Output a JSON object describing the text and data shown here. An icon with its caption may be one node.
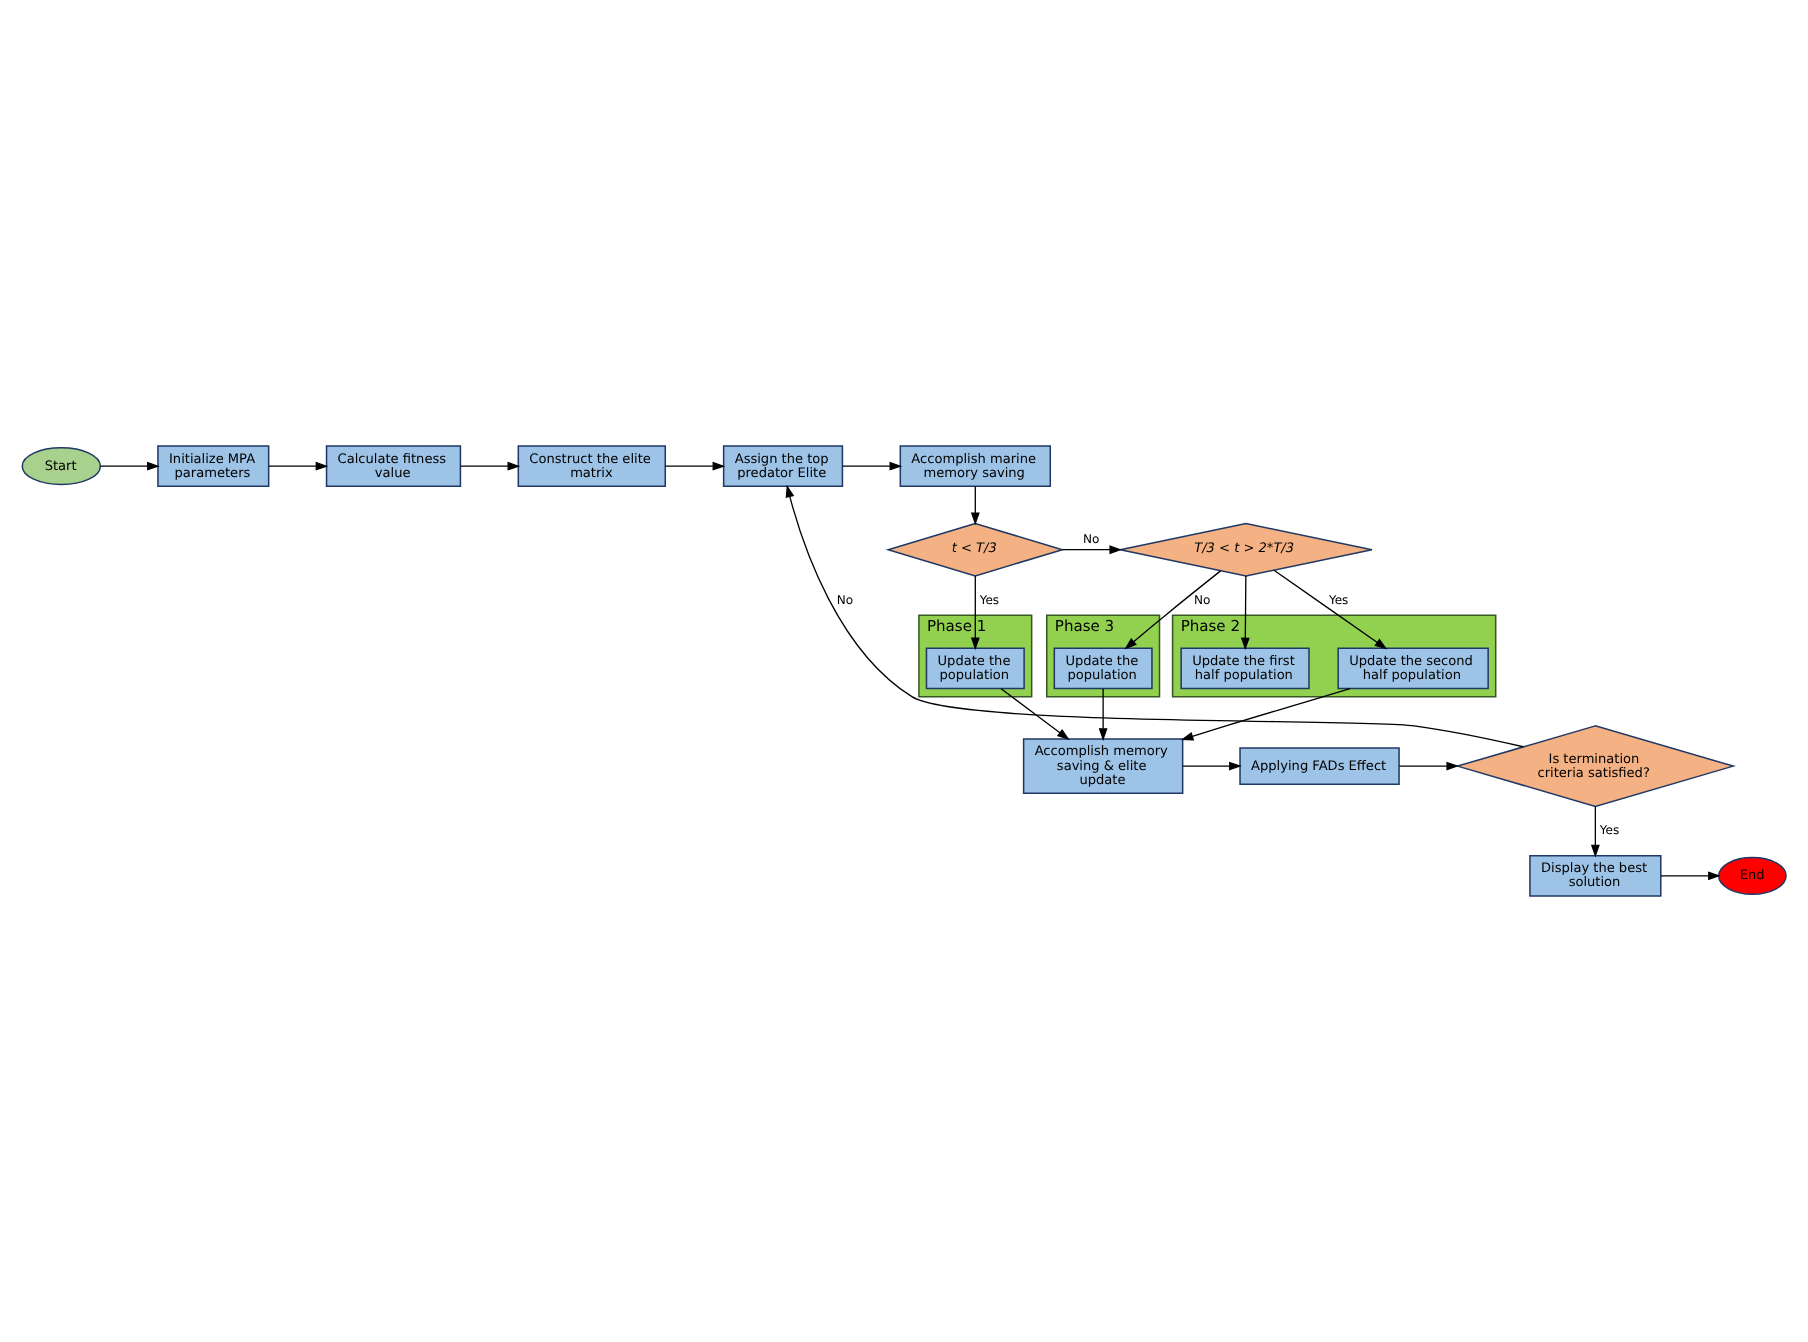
{
  "diagram": {
    "nodes": [
      {
        "text": [
          "Start"
        ]
      },
      {
        "text": [
          "Initialize MPA parameters"
        ]
      },
      {
        "text": [
          "Calculate fitness value"
        ]
      },
      {
        "text": [
          "Construct the elite matrix"
        ]
      },
      {
        "text": [
          "Assign the top predator Elite"
        ]
      },
      {
        "text": [
          "Accomplish marine memory saving"
        ]
      },
      {
        "text": [
          "t < T/3"
        ]
      },
      {
        "text": [
          "T/3 < t > 2*T/3"
        ]
      },
      {
        "text": [
          "Phase 1"
        ]
      },
      {
        "text": [
          "Update the population"
        ],
        "in": 8
      },
      {
        "text": [
          "Phase 3"
        ]
      },
      {
        "text": [
          "Update the population"
        ],
        "in": 10
      },
      {
        "text": [
          "Phase 2"
        ]
      },
      {
        "text": [
          "Update the first half population"
        ],
        "in": 12
      },
      {
        "text": [
          "Update the second half population"
        ],
        "in": 12
      },
      {
        "text": [
          "Accomplish memory saving & elite update"
        ]
      },
      {
        "text": [
          "Applying FADs Effect"
        ]
      },
      {
        "text": [
          "Is termination criteria satisfied?"
        ]
      },
      {
        "text": [
          "Display the best solution"
        ]
      },
      {
        "text": [
          "End"
        ]
      }
    ],
    "edges": [
      {
        "from": 0,
        "to": 1,
        "arrow": "to"
      },
      {
        "from": 1,
        "to": 2,
        "arrow": "to"
      },
      {
        "from": 2,
        "to": 3,
        "arrow": "to"
      },
      {
        "from": 3,
        "to": 4,
        "arrow": "to"
      },
      {
        "from": 4,
        "to": 5,
        "arrow": "to"
      },
      {
        "from": 5,
        "to": 6,
        "arrow": "to"
      },
      {
        "from": 6,
        "to": 7,
        "arrow": "to",
        "label": "No"
      },
      {
        "from": 6,
        "to": 9,
        "arrow": "to",
        "label": "Yes"
      },
      {
        "from": 7,
        "to": 13,
        "arrow": "to"
      },
      {
        "from": 7,
        "to": 14,
        "arrow": "to",
        "label": "Yes"
      },
      {
        "from": 7,
        "to": 11,
        "arrow": "to",
        "label": "No"
      },
      {
        "from": 9,
        "to": 15,
        "arrow": "to"
      },
      {
        "from": 11,
        "to": 15,
        "arrow": "to"
      },
      {
        "from": 14,
        "to": 15,
        "arrow": "to"
      },
      {
        "from": 15,
        "to": 16,
        "arrow": "to"
      },
      {
        "from": 16,
        "to": 17,
        "arrow": "to"
      },
      {
        "from": 17,
        "to": 4,
        "arrow": "to",
        "label": "No"
      },
      {
        "from": 17,
        "to": 18,
        "arrow": "to",
        "label": "Yes"
      },
      {
        "from": 18,
        "to": 19,
        "arrow": "to"
      }
    ]
  }
}
